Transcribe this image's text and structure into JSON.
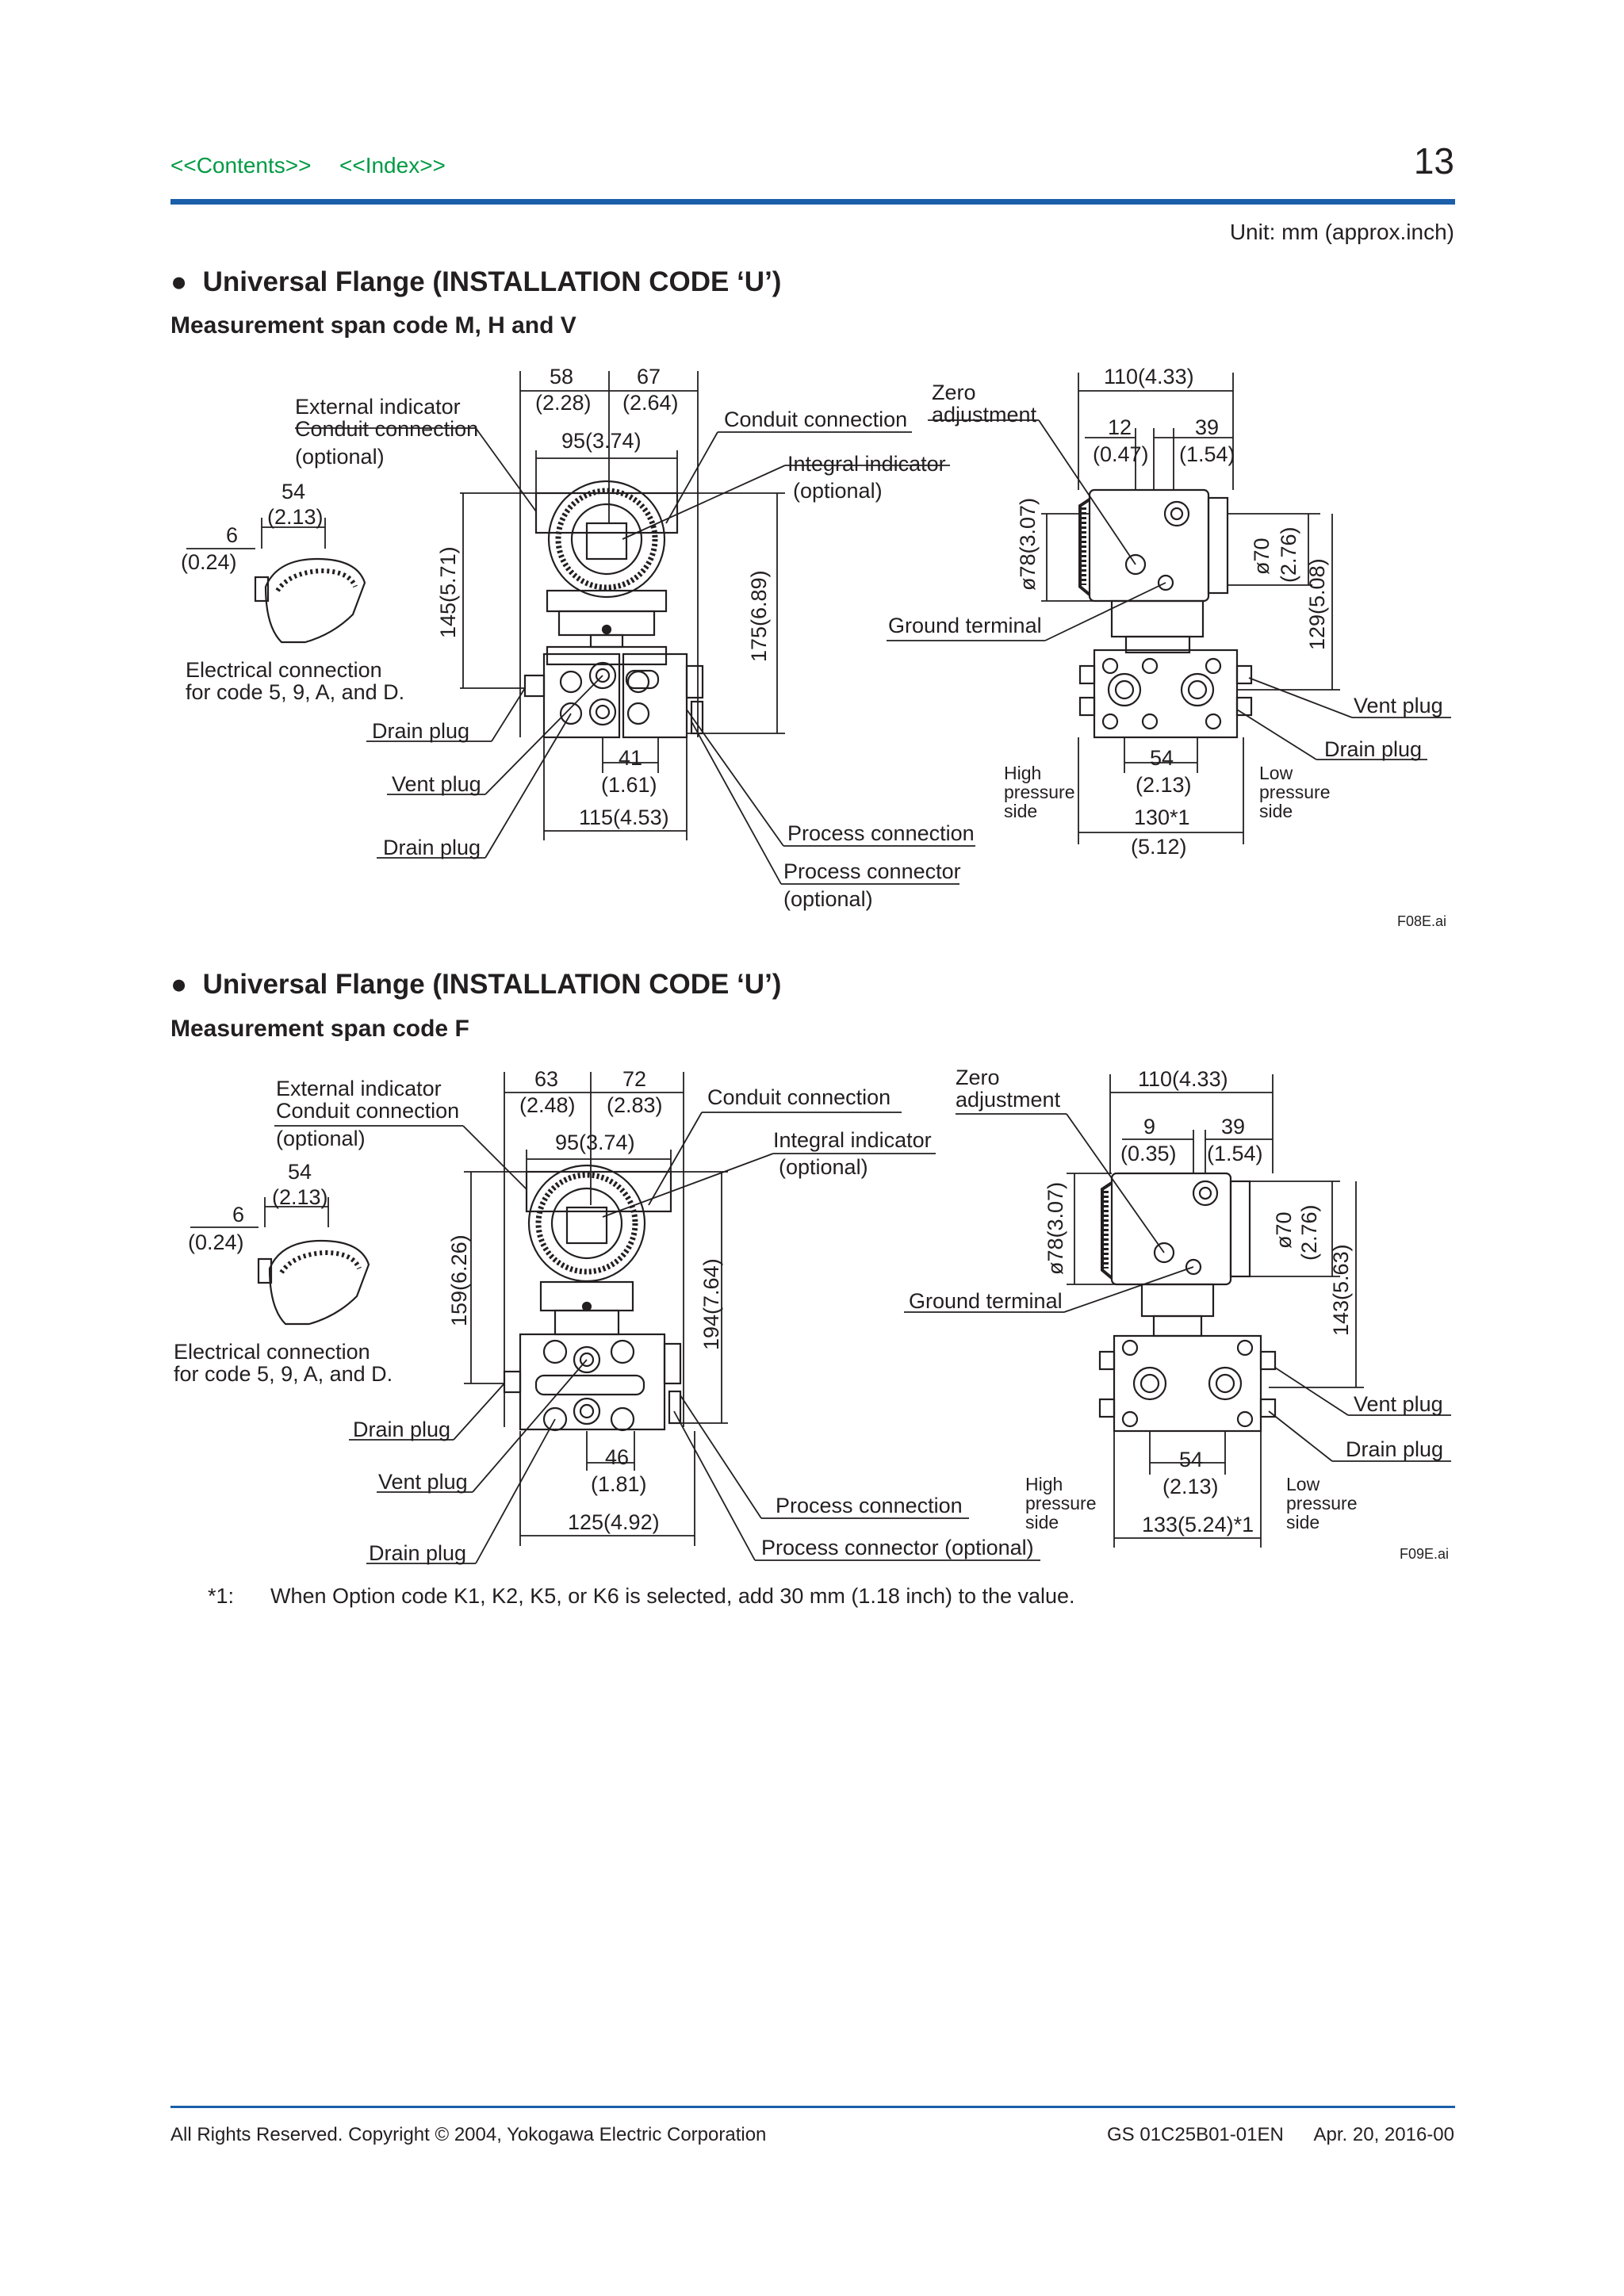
{
  "header": {
    "contents_link": "<<Contents>>",
    "index_link": "<<Index>>",
    "page_number": "13"
  },
  "unit_note": "Unit: mm (approx.inch)",
  "section1": {
    "title": "Universal Flange (INSTALLATION CODE ‘U’)",
    "subtitle": "Measurement span code M, H and V",
    "labels": {
      "d58": "58",
      "d58i": "(2.28)",
      "d67": "67",
      "d67i": "(2.64)",
      "ext_ind1": "External indicator",
      "ext_ind2": "Conduit connection",
      "ext_ind3": "(optional)",
      "d95": "95(3.74)",
      "conduit": "Conduit connection",
      "zero1": "Zero",
      "zero2": "adjustment",
      "d110": "110(4.33)",
      "d12": "12",
      "d12i": "(0.47)",
      "d39": "39",
      "d39i": "(1.54)",
      "integral1": "Integral indicator",
      "integral2": "(optional)",
      "d54": "54",
      "d54i": "(2.13)",
      "d6": "6",
      "d6i": "(0.24)",
      "d145": "145(5.71)",
      "d175": "175(6.89)",
      "d78": "ø78(3.07)",
      "d70": "ø70",
      "d70i": "(2.76)",
      "d129": "129(5.08)",
      "ground": "Ground terminal",
      "elec1": "Electrical connection",
      "elec2": "for code 5, 9, A, and D.",
      "drain1": "Drain plug",
      "vent1": "Vent plug",
      "drain2": "Drain plug",
      "d41": "41",
      "d41i": "(1.61)",
      "d115": "115(4.53)",
      "proc_conn": "Process connection",
      "proc_ctr1": "Process connector",
      "proc_ctr2": "(optional)",
      "vent_r": "Vent plug",
      "drain_r": "Drain plug",
      "high1": "High",
      "high2": "pressure",
      "high3": "side",
      "low1": "Low",
      "low2": "pressure",
      "low3": "side",
      "d54r": "54",
      "d54ri": "(2.13)",
      "d130": "130*1",
      "d130i": "(5.12)",
      "fig_id": "F08E.ai"
    }
  },
  "section2": {
    "title": "Universal Flange (INSTALLATION CODE ‘U’)",
    "subtitle": "Measurement span code F",
    "labels": {
      "d63": "63",
      "d63i": "(2.48)",
      "d72": "72",
      "d72i": "(2.83)",
      "ext_ind1": "External indicator",
      "ext_ind2": "Conduit connection",
      "ext_ind3": "(optional)",
      "d95": "95(3.74)",
      "conduit": "Conduit connection",
      "zero1": "Zero",
      "zero2": "adjustment",
      "d110": "110(4.33)",
      "d9": "9",
      "d9i": "(0.35)",
      "d39": "39",
      "d39i": "(1.54)",
      "integral1": "Integral indicator",
      "integral2": "(optional)",
      "d54": "54",
      "d54i": "(2.13)",
      "d6": "6",
      "d6i": "(0.24)",
      "d159": "159(6.26)",
      "d194": "194(7.64)",
      "d78": "ø78(3.07)",
      "d70": "ø70",
      "d70i": "(2.76)",
      "d143": "143(5.63)",
      "ground": "Ground terminal",
      "elec1": "Electrical connection",
      "elec2": "for code 5, 9, A, and D.",
      "drain1": "Drain plug",
      "vent1": "Vent plug",
      "drain2": "Drain plug",
      "d46": "46",
      "d46i": "(1.81)",
      "d125": "125(4.92)",
      "proc_conn": "Process connection",
      "proc_ctr": "Process connector (optional)",
      "vent_r": "Vent plug",
      "drain_r": "Drain plug",
      "high1": "High",
      "high2": "pressure",
      "high3": "side",
      "low1": "Low",
      "low2": "pressure",
      "low3": "side",
      "d54r": "54",
      "d54ri": "(2.13)",
      "d133": "133(5.24)*1",
      "fig_id": "F09E.ai"
    }
  },
  "footnote": {
    "mark": "*1:",
    "text": "When Option code K1, K2, K5, or K6 is selected, add 30 mm (1.18 inch) to the value."
  },
  "footer": {
    "copyright": "All Rights Reserved. Copyright © 2004, Yokogawa Electric Corporation",
    "doc_id": "GS 01C25B01-01EN",
    "date": "Apr. 20, 2016-00"
  }
}
